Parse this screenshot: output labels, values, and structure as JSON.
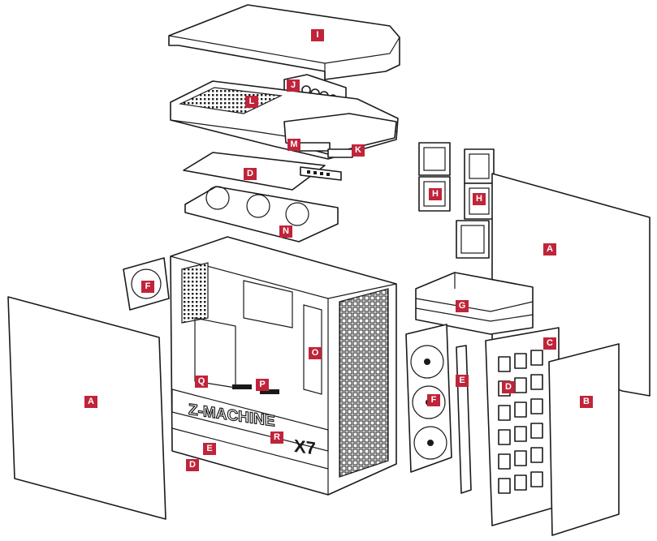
{
  "callouts": [
    {
      "id": "I",
      "label": "I"
    },
    {
      "id": "J",
      "label": "J"
    },
    {
      "id": "L",
      "label": "L"
    },
    {
      "id": "M",
      "label": "M"
    },
    {
      "id": "K",
      "label": "K"
    },
    {
      "id": "D_top",
      "label": "D"
    },
    {
      "id": "N",
      "label": "N"
    },
    {
      "id": "H_1",
      "label": "H"
    },
    {
      "id": "H_2",
      "label": "H"
    },
    {
      "id": "A_right",
      "label": "A"
    },
    {
      "id": "F_top",
      "label": "F"
    },
    {
      "id": "G",
      "label": "G"
    },
    {
      "id": "C",
      "label": "C"
    },
    {
      "id": "O",
      "label": "O"
    },
    {
      "id": "Q",
      "label": "Q"
    },
    {
      "id": "P",
      "label": "P"
    },
    {
      "id": "E_right",
      "label": "E"
    },
    {
      "id": "F_right",
      "label": "F"
    },
    {
      "id": "D_right",
      "label": "D"
    },
    {
      "id": "A_left",
      "label": "A"
    },
    {
      "id": "B",
      "label": "B"
    },
    {
      "id": "R",
      "label": "R"
    },
    {
      "id": "E_bottom",
      "label": "E"
    },
    {
      "id": "D_bottom",
      "label": "D"
    }
  ],
  "branding": {
    "name": "Z-MACHINE",
    "model": "X7"
  },
  "colors": {
    "callout": "#c0243a",
    "line": "#1a1a1a",
    "background": "#ffffff"
  }
}
